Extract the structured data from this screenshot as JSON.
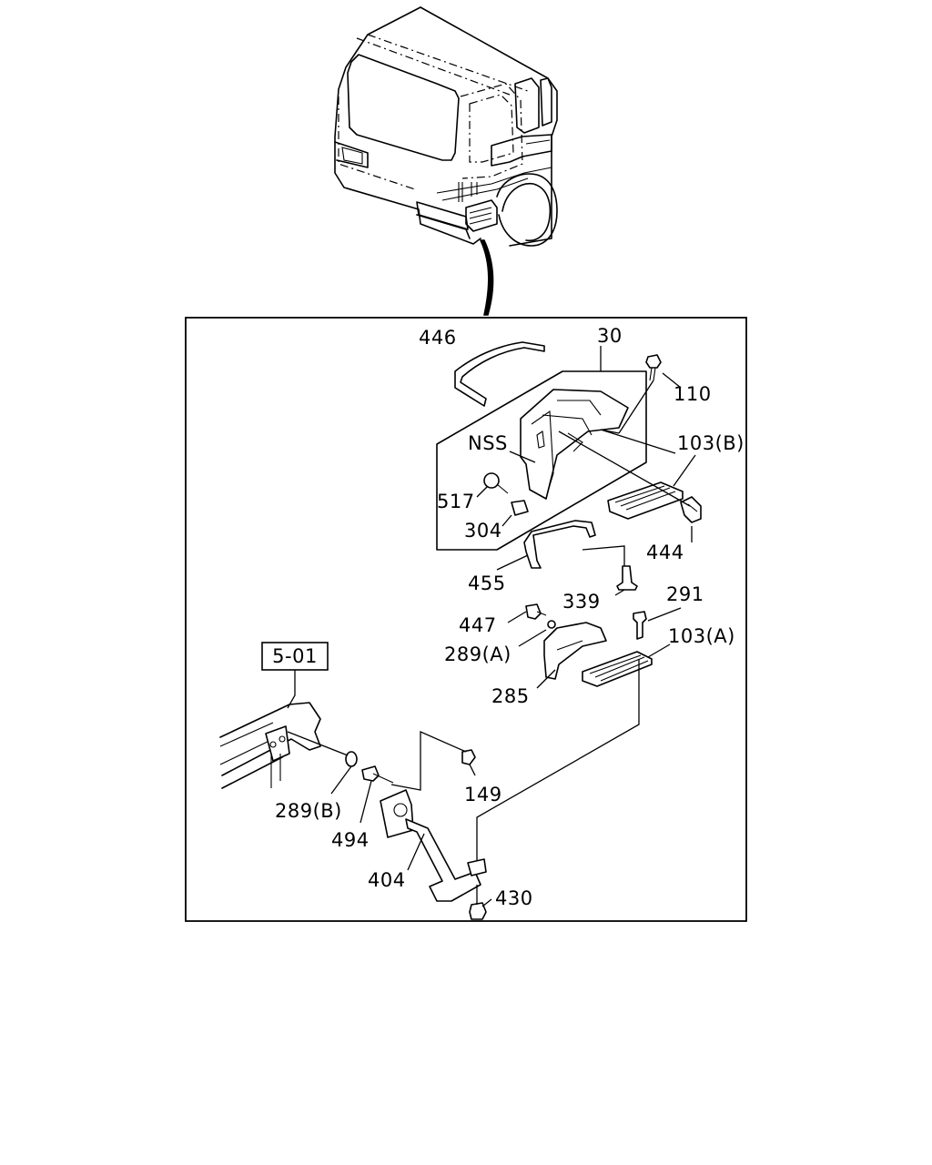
{
  "diagram": {
    "reference_box": "5-01",
    "labels": {
      "l446": "446",
      "l30": "30",
      "l110": "110",
      "l103b": "103(B)",
      "lnss": "NSS",
      "l517": "517",
      "l304": "304",
      "l444": "444",
      "l455": "455",
      "l339": "339",
      "l291": "291",
      "l447": "447",
      "l289a": "289(A)",
      "l103a": "103(A)",
      "l285": "285",
      "l149": "149",
      "l289b": "289(B)",
      "l494": "494",
      "l404": "404",
      "l430": "430"
    }
  }
}
